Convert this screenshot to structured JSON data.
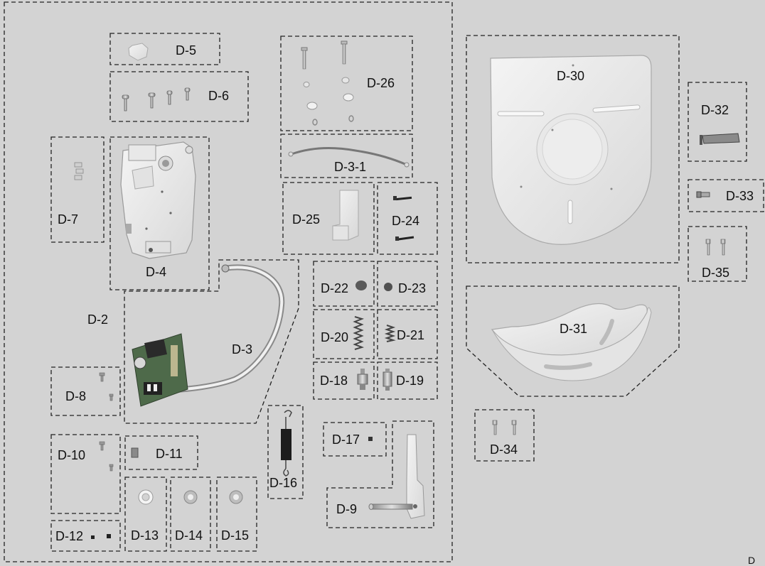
{
  "labels": {
    "d2": "D-2",
    "d3": "D-3",
    "d3_1": "D-3-1",
    "d4": "D-4",
    "d5": "D-5",
    "d6": "D-6",
    "d7": "D-7",
    "d8": "D-8",
    "d9": "D-9",
    "d10": "D-10",
    "d11": "D-11",
    "d12": "D-12",
    "d13": "D-13",
    "d14": "D-14",
    "d15": "D-15",
    "d16": "D-16",
    "d17": "D-17",
    "d18": "D-18",
    "d19": "D-19",
    "d20": "D-20",
    "d21": "D-21",
    "d22": "D-22",
    "d23": "D-23",
    "d24": "D-24",
    "d25": "D-25",
    "d26": "D-26",
    "d30": "D-30",
    "d31": "D-31",
    "d32": "D-32",
    "d33": "D-33",
    "d34": "D-34",
    "d35": "D-35",
    "corner": "D"
  },
  "colors": {
    "background": "#d3d3d3",
    "part_fill": "#ececec",
    "part_stroke": "#9a9a9a",
    "dark_part": "#333333",
    "board_green": "#4e6a4a"
  }
}
